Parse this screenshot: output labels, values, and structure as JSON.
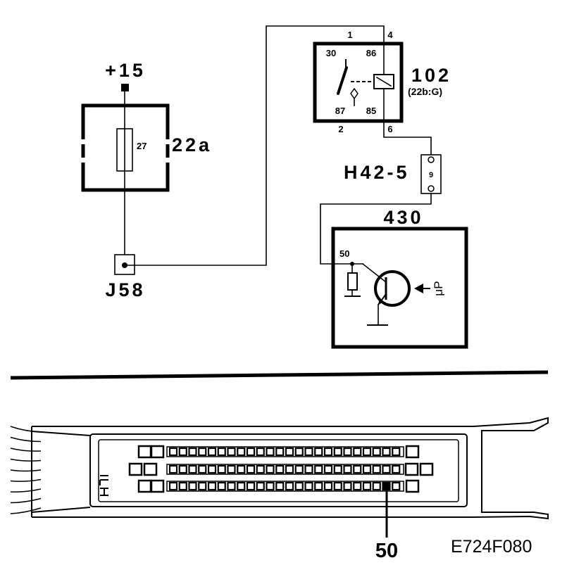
{
  "supply": {
    "label": "+15"
  },
  "fuse_box": {
    "label": "22a",
    "fuse_number": "27"
  },
  "junction": {
    "label": "J58"
  },
  "relay": {
    "id": "102",
    "ref": "(22b:G)",
    "pins": {
      "p1": "1",
      "p4": "4",
      "p30": "30",
      "p86": "86",
      "p87": "87",
      "p85": "85",
      "p2": "2",
      "p6": "6"
    }
  },
  "connector": {
    "label": "H42-5",
    "pin": "9"
  },
  "ecu": {
    "id": "430",
    "pin": "50",
    "input": "μP"
  },
  "harness_connector": {
    "pin_callout": "50"
  },
  "figure_code": "E724F080"
}
